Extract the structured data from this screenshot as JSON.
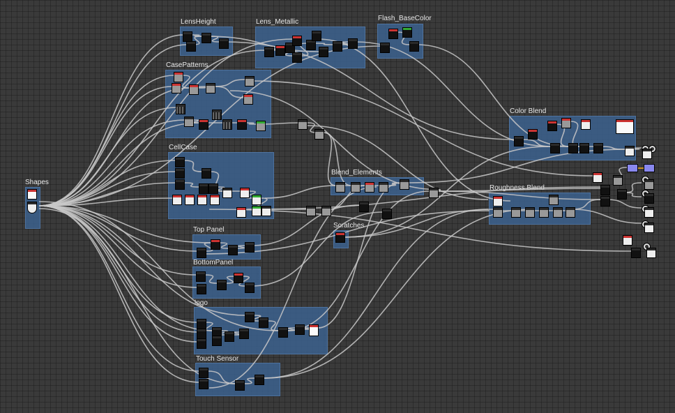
{
  "frames": {
    "shapes": "Shapes",
    "lens_height": "LensHeight",
    "lens_metallic": "Lens_Metallic",
    "flash_basecolor": "Flash_BaseColor",
    "case_patterns": "CasePatterns",
    "cell_case": "CellCase",
    "blend_elements": "Blend_Elements",
    "color_blend": "Color Blend",
    "roughness_blend": "Roughness Blend",
    "scratches": "Scratches",
    "top_panel": "Top Panel",
    "bottom_panel": "BottomPanel",
    "logo": "logo",
    "touch_sensor": "Touch Sensor"
  },
  "colors": {
    "background": "#3a3a3a",
    "frame": "#3e6596",
    "wire": "#c8c8c8",
    "node_header_color": "#cc3333",
    "output_purple": "#8888ee",
    "output_link": "#e0a020"
  }
}
